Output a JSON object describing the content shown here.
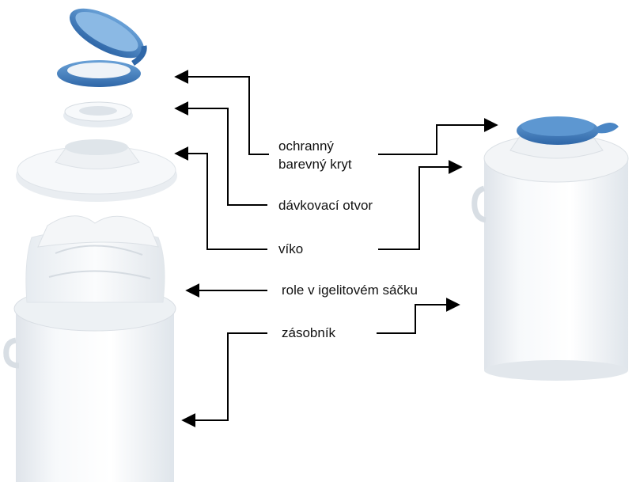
{
  "labels": {
    "cover": [
      "ochranný",
      "barevný kryt"
    ],
    "dosing_opening": "dávkovací otvor",
    "lid": "víko",
    "roll_in_bag": "role v igelitovém sáčku",
    "container": "zásobník"
  },
  "colors": {
    "blue_part": "#4a86c5",
    "blue_dark": "#2f67a8",
    "white_part": "#f3f5f7",
    "shadow": "#d3d9df",
    "arrow": "#000000",
    "text": "#111111"
  }
}
